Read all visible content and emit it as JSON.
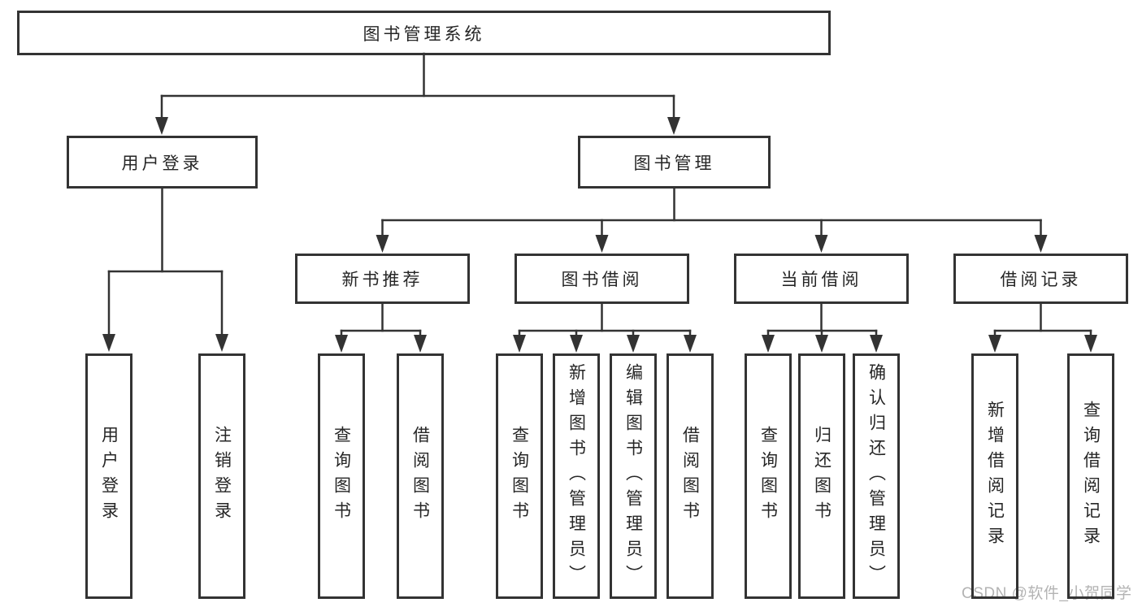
{
  "diagram": {
    "root": "图书管理系统",
    "branches": [
      {
        "label": "用户登录",
        "children": [
          "用户登录",
          "注销登录"
        ]
      },
      {
        "label": "图书管理",
        "groups": [
          {
            "label": "新书推荐",
            "children": [
              "查询图书",
              "借阅图书"
            ]
          },
          {
            "label": "图书借阅",
            "children": [
              "查询图书",
              "新增图书（管理员）",
              "编辑图书（管理员）",
              "借阅图书"
            ]
          },
          {
            "label": "当前借阅",
            "children": [
              "查询图书",
              "归还图书",
              "确认归还（管理员）"
            ]
          },
          {
            "label": "借阅记录",
            "children": [
              "新增借阅记录",
              "查询借阅记录"
            ]
          }
        ]
      }
    ]
  },
  "watermark": "CSDN @软件_小贺同学",
  "colors": {
    "line": "#333333",
    "text": "#262626",
    "watermark": "#b3b3b3",
    "background": "#ffffff"
  }
}
